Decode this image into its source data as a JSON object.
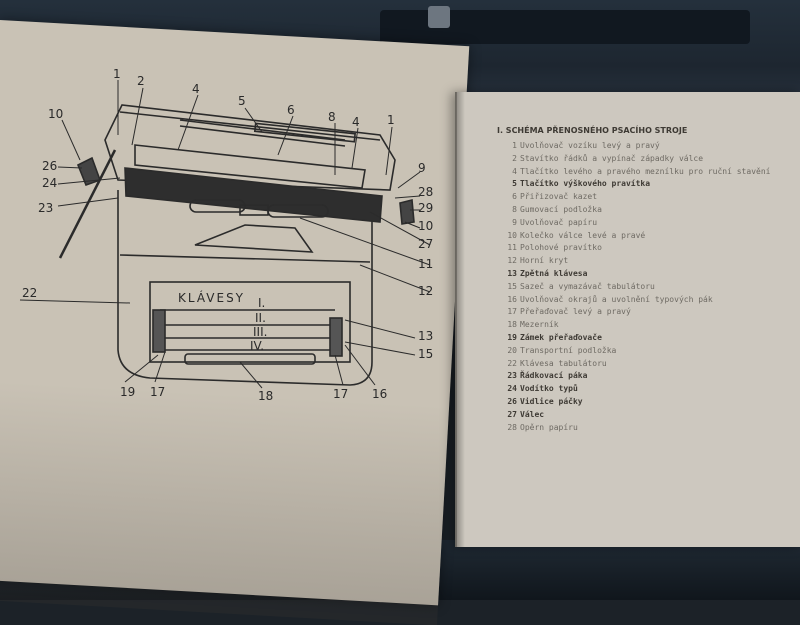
{
  "diagram": {
    "callouts": [
      "1",
      "2",
      "4",
      "5",
      "6",
      "8",
      "4",
      "1",
      "10",
      "26",
      "24",
      "23",
      "9",
      "28",
      "29",
      "10",
      "27",
      "11",
      "12",
      "22",
      "13",
      "15",
      "19",
      "17",
      "18",
      "17",
      "16"
    ],
    "keyboard_label": "KLÁVESY",
    "rows": [
      "I.",
      "II.",
      "III.",
      "IV."
    ]
  },
  "legend": {
    "title": "I. SCHÉMA PŘENOSNÉHO PSACÍHO STROJE",
    "items": [
      {
        "n": "1",
        "text": "Uvolňovač vozíku levý a pravý"
      },
      {
        "n": "2",
        "text": "Stavítko řádků a vypínač západky válce"
      },
      {
        "n": "4",
        "text": "Tlačítko levého a pravého meznílku pro ruční stavění"
      },
      {
        "n": "5",
        "text": "Tlačítko výškového pravítka"
      },
      {
        "n": "6",
        "text": "Přiřizovač kazet"
      },
      {
        "n": "8",
        "text": "Gumovací podložka"
      },
      {
        "n": "9",
        "text": "Uvolňovač papíru"
      },
      {
        "n": "10",
        "text": "Kolečko válce levé a pravé"
      },
      {
        "n": "11",
        "text": "Polohové pravítko"
      },
      {
        "n": "12",
        "text": "Horní kryt"
      },
      {
        "n": "13",
        "text": "Zpětná klávesa"
      },
      {
        "n": "15",
        "text": "Sazeč a vymazávač tabulátoru"
      },
      {
        "n": "16",
        "text": "Uvolňovač okrajů a uvolnění typových pák"
      },
      {
        "n": "17",
        "text": "Přeřaďovač levý a pravý"
      },
      {
        "n": "18",
        "text": "Mezerník"
      },
      {
        "n": "19",
        "text": "Zámek přeřaďovače"
      },
      {
        "n": "20",
        "text": "Transportní podložka"
      },
      {
        "n": "22",
        "text": "Klávesa tabulátoru"
      },
      {
        "n": "23",
        "text": "Řádkovací páka"
      },
      {
        "n": "24",
        "text": "Vodítko typů"
      },
      {
        "n": "26",
        "text": "Vidlice páčky"
      },
      {
        "n": "27",
        "text": "Válec"
      },
      {
        "n": "28",
        "text": "Opěrn papíru"
      }
    ]
  }
}
